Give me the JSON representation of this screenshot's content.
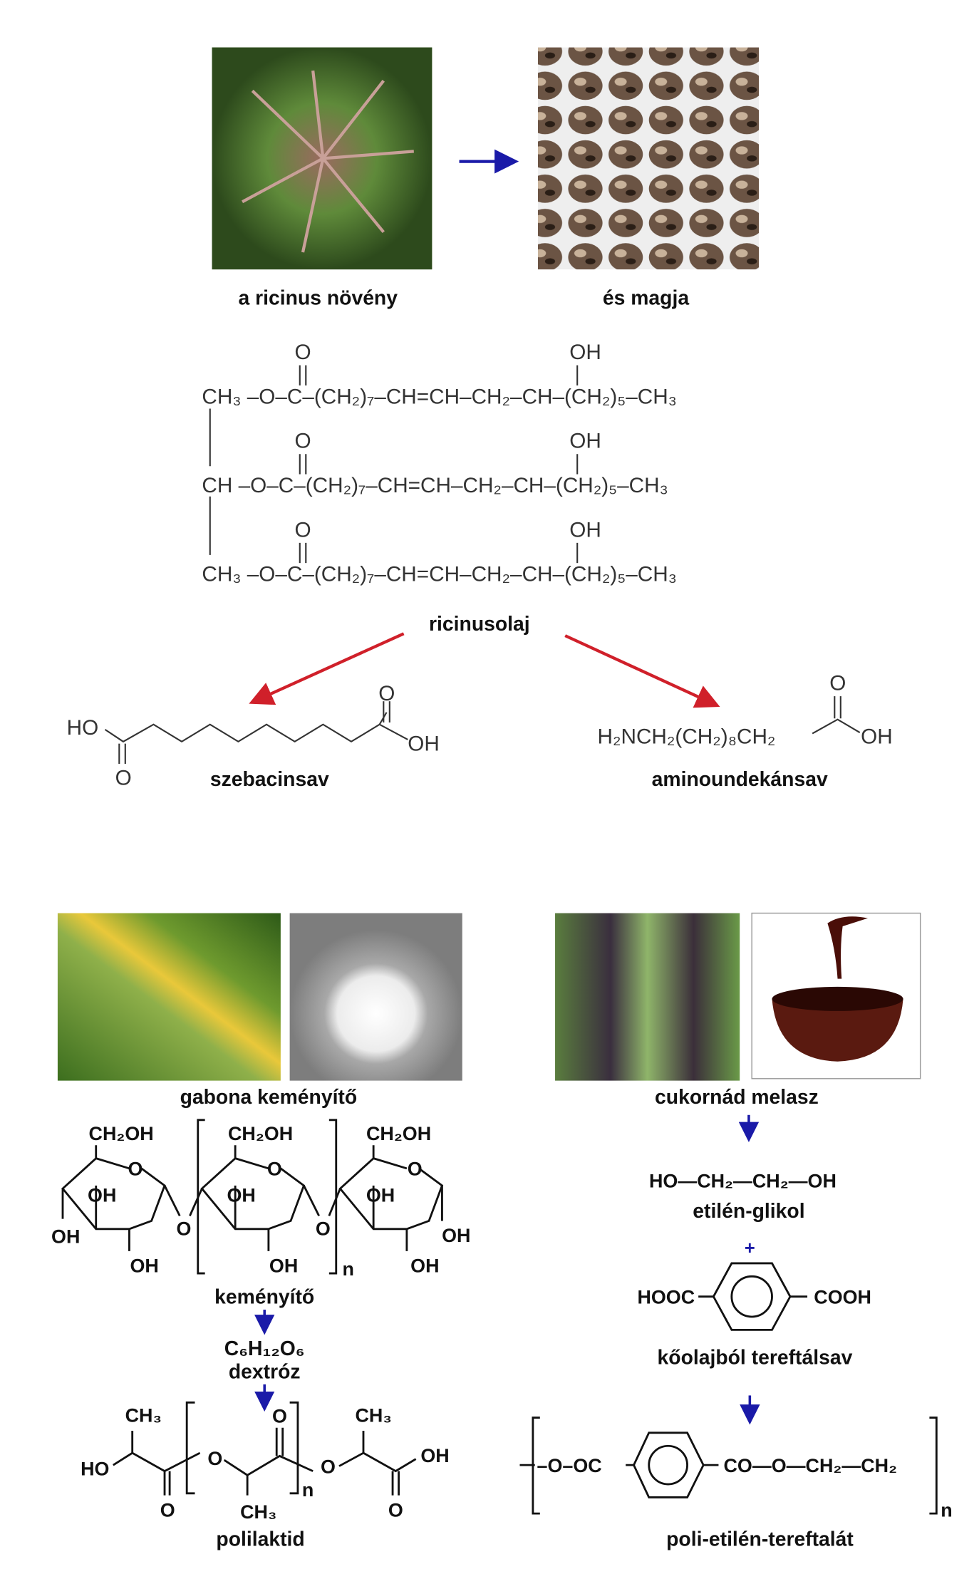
{
  "top": {
    "plant_label": "a ricinus növény",
    "seed_label": "és magja",
    "castor_oil": {
      "row1": "CH₃ –O–C–(CH₂)₇–CH=CH–CH₂–CH–(CH₂)₅–CH₃",
      "row2": "CH –O–C–(CH₂)₇–CH=CH–CH₂–CH–(CH₂)₅–CH₃",
      "row3": "CH₃ –O–C–(CH₂)₇–CH=CH–CH₂–CH–(CH₂)₅–CH₃",
      "carbonyl_o": "O",
      "hydroxyl": "OH",
      "name": "ricinusolaj"
    },
    "sebacic": {
      "ho": "HO",
      "oh": "OH",
      "o": "O",
      "name": "szebacinsav"
    },
    "aminoundecanoic": {
      "formula": "H₂NCH₂(CH₂)₈CH₂",
      "o": "O",
      "oh": "OH",
      "name": "aminoundekánsav"
    }
  },
  "left": {
    "source_label": "gabona keményítő",
    "starch": {
      "ch2oh": "CH₂OH",
      "o": "O",
      "oh": "OH",
      "n": "n",
      "name": "keményítő"
    },
    "dextrose_formula": "C₆H₁₂O₆",
    "dextrose_name": "dextróz",
    "pla": {
      "ch3": "CH₃",
      "ho": "HO",
      "oh": "OH",
      "o": "O",
      "n": "n",
      "name": "polilaktid"
    }
  },
  "right": {
    "source_label": "cukornád melasz",
    "glycol_formula": "HO—CH₂—CH₂—OH",
    "glycol_name": "etilén-glikol",
    "plus": "+",
    "tpa_left": "HOOC",
    "tpa_right": "COOH",
    "tpa_name": "kőolajból tereftálsav",
    "pet_left": "–O–OC",
    "pet_right": "CO—O—CH₂—CH₂",
    "pet_n": "n",
    "pet_name": "poli-etilén-tereftalát"
  },
  "colors": {
    "blue_arrow": "#1a1aa8",
    "red_arrow": "#d0202a"
  }
}
